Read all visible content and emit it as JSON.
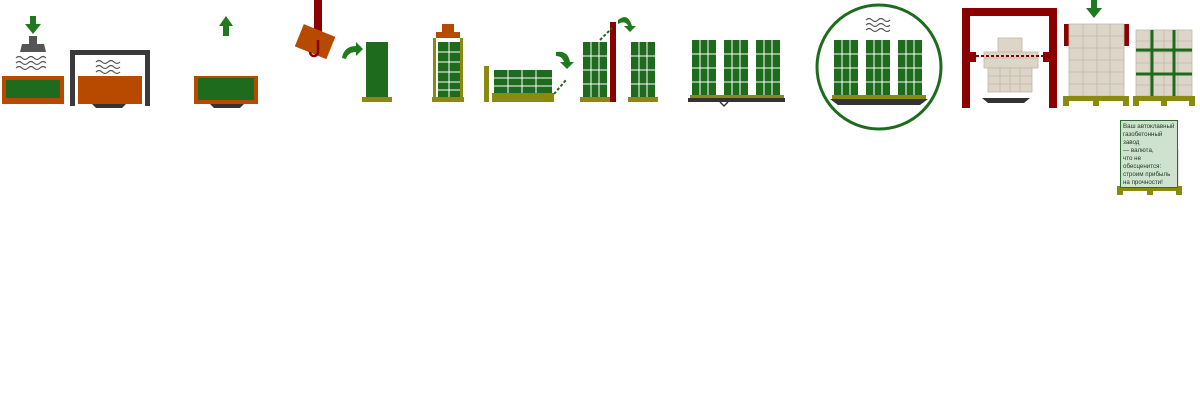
{
  "sign": {
    "lines": [
      "Ваш автоклавный",
      "газобетонный завод",
      "— валюта,",
      "что не обесценится:",
      "строим прибыль",
      "на прочности!"
    ]
  },
  "icons": [
    "down-arrow-icon",
    "up-arrow-icon",
    "rotate-arrow-icon",
    "circle-highlight-icon"
  ],
  "colors": {
    "green": "#1e6b1e",
    "arrow": "#1f7a1f",
    "mold": "#b84a00",
    "frame": "#3a3a3a",
    "crane": "#8b0000",
    "pallet": "#8a8a10",
    "finished_block": "#ddd6c8"
  }
}
